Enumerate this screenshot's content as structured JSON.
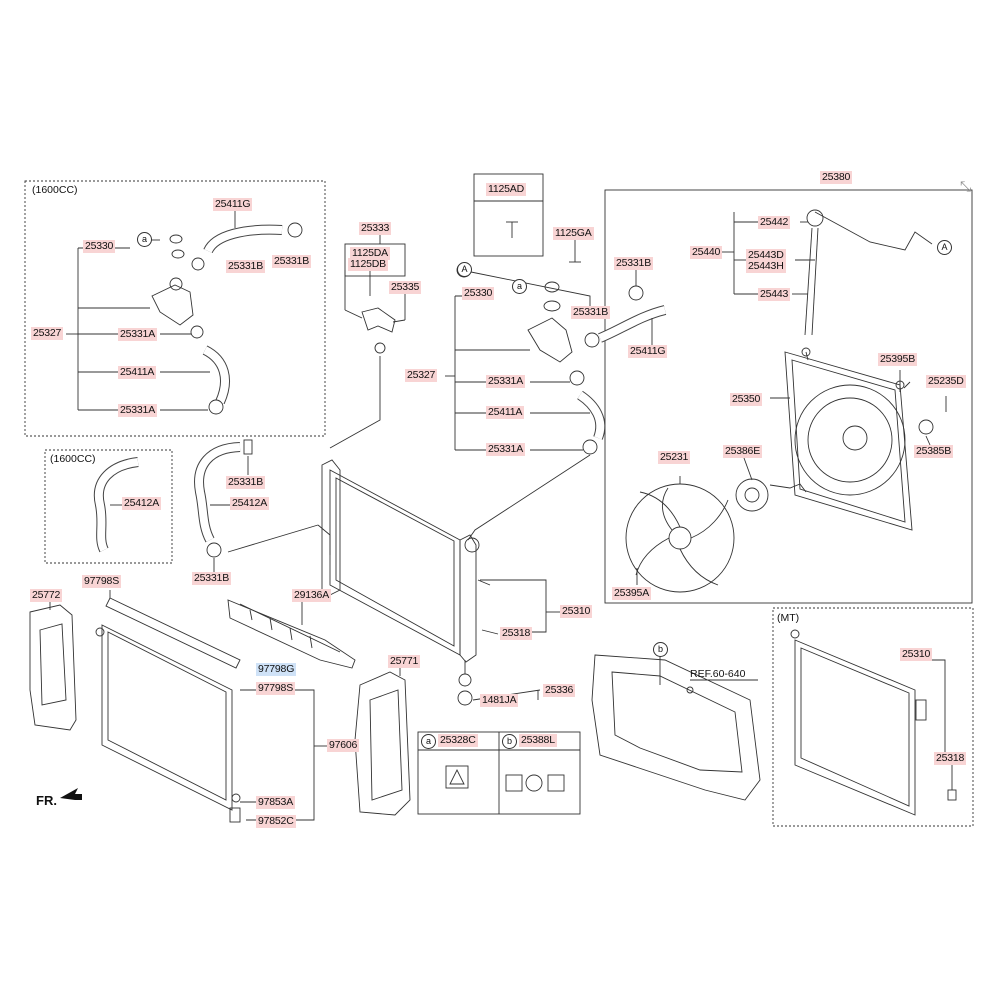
{
  "groups": {
    "g1600_top": "(1600CC)",
    "g1600_mid": "(1600CC)",
    "g_mt": "(MT)"
  },
  "labels": {
    "p25411G_a": "25411G",
    "p25330_a": "25330",
    "p25331B_a1": "25331B",
    "p25331B_a2": "25331B",
    "p25327_a": "25327",
    "p25331A_a1": "25331A",
    "p25411A_a": "25411A",
    "p25331A_a2": "25331A",
    "p25412A_a": "25412A",
    "p25331B_b1": "25331B",
    "p25412A_b": "25412A",
    "p25331B_b2": "25331B",
    "p25333": "25333",
    "p1125DA": "1125DA",
    "p1125DB": "1125DB",
    "p25335": "25335",
    "p1125AD": "1125AD",
    "p1125GA": "1125GA",
    "p25331B_c1": "25331B",
    "p25330_c": "25330",
    "p25331B_c2": "25331B",
    "p25411G_c": "25411G",
    "p25327_c": "25327",
    "p25331A_c1": "25331A",
    "p25411A_c": "25411A",
    "p25331A_c2": "25331A",
    "p25380": "25380",
    "p25442": "25442",
    "p25440": "25440",
    "p25443D": "25443D",
    "p25443H": "25443H",
    "p25443": "25443",
    "p25395B": "25395B",
    "p25235D": "25235D",
    "p25350": "25350",
    "p25385B": "25385B",
    "p25386E": "25386E",
    "p25231": "25231",
    "p25395A": "25395A",
    "p25772": "25772",
    "p97798S_a": "97798S",
    "p29136A": "29136A",
    "p97798G": "97798G",
    "p97798S_b": "97798S",
    "p97606": "97606",
    "p97853A": "97853A",
    "p97852C": "97852C",
    "p25771": "25771",
    "p25310_a": "25310",
    "p25318_a": "25318",
    "p25336": "25336",
    "p1481JA": "1481JA",
    "p25328C": "25328C",
    "p25388L": "25388L",
    "pREF": "REF.60-640",
    "p25310_b": "25310",
    "p25318_b": "25318"
  },
  "callouts": {
    "c_a": "a",
    "c_b": "b",
    "c_A": "A"
  },
  "orientation": "FR.",
  "colors": {
    "label_bg": "#f8d4d4",
    "selected_bg": "#cfe2f7",
    "line": "#333333"
  }
}
